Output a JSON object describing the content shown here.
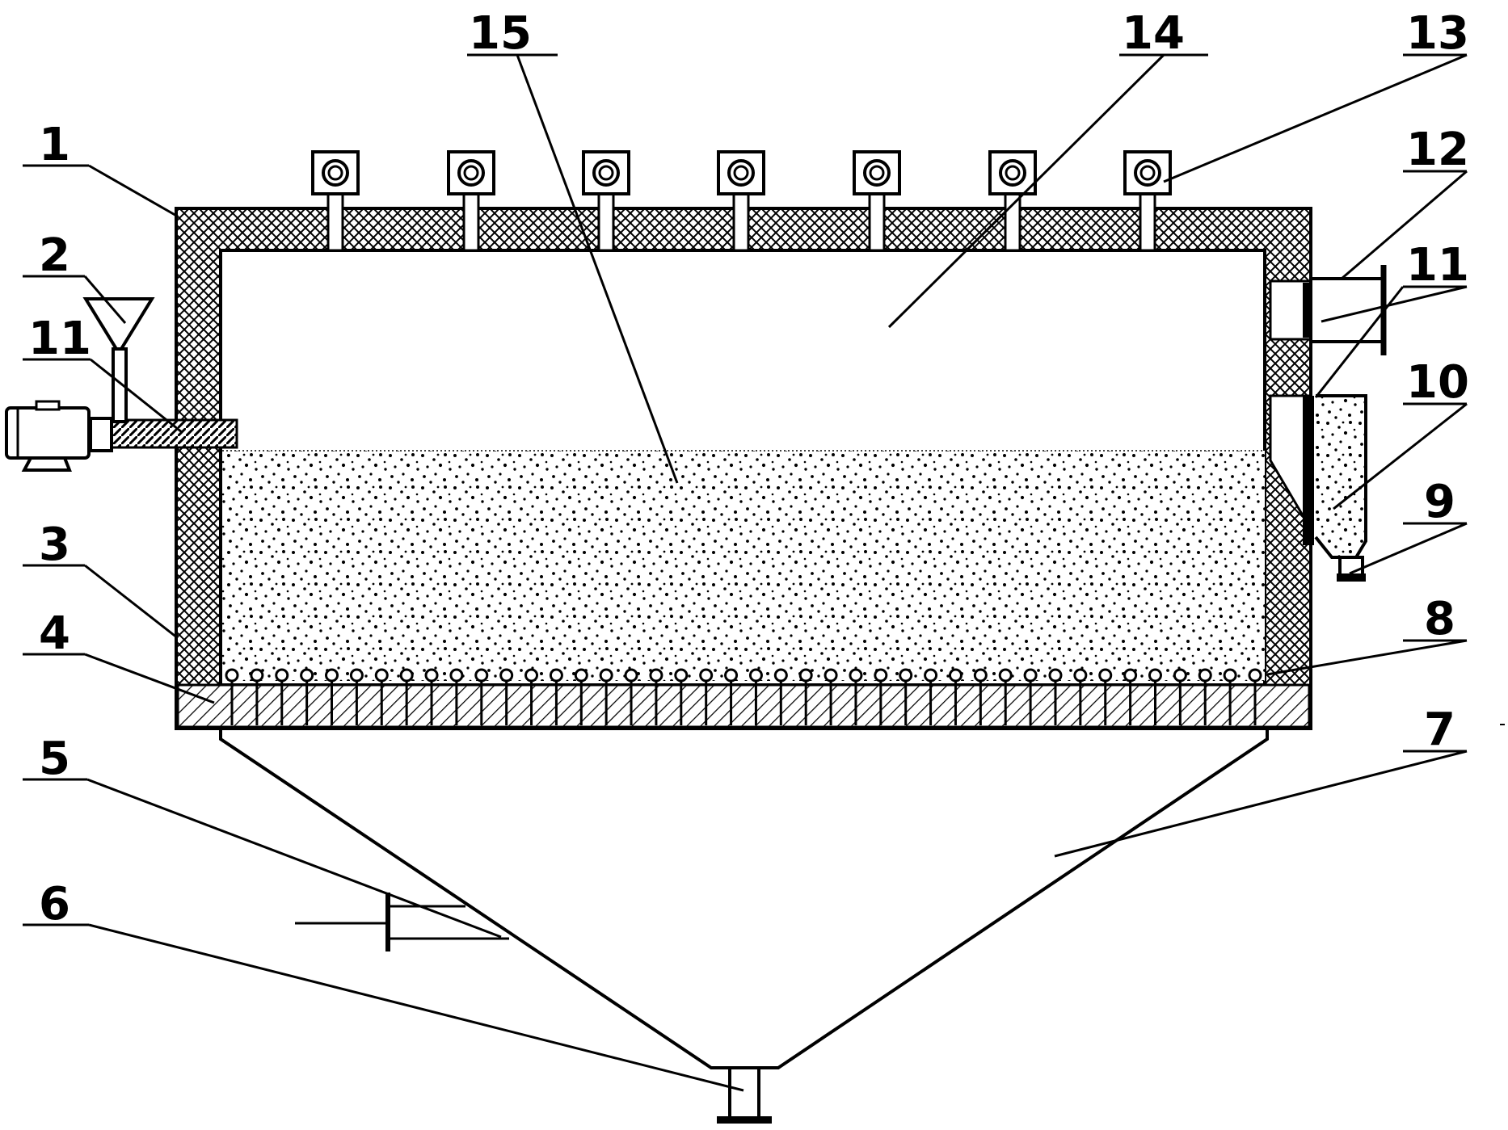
{
  "labels": {
    "l1": "1",
    "l2": "2",
    "l3": "3",
    "l4": "4",
    "l5": "5",
    "l6": "6",
    "l7": "7",
    "l8": "8",
    "l9": "9",
    "l10": "10",
    "l11_left": "11",
    "l11_right": "11",
    "l12": "12",
    "l13": "13",
    "l14": "14",
    "l15": "15"
  }
}
